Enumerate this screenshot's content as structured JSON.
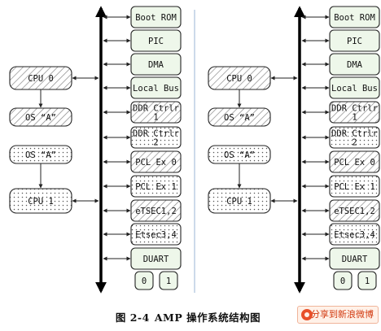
{
  "diagram": {
    "panels": [
      {
        "id": "left",
        "processors": [
          {
            "id": "cpu0",
            "label": "CPU 0",
            "fill": "hatch"
          },
          {
            "id": "os-a-top",
            "label": "OS “A”",
            "fill": "hatch"
          },
          {
            "id": "os-a-bottom",
            "label": "OS “A”",
            "fill": "dots"
          },
          {
            "id": "cpu1",
            "label": "CPU 1",
            "fill": "dots"
          }
        ],
        "peripherals": [
          {
            "id": "boot-rom",
            "lines": [
              "Boot ROM"
            ],
            "fill": "plain"
          },
          {
            "id": "pic",
            "lines": [
              "PIC"
            ],
            "fill": "plain"
          },
          {
            "id": "dma",
            "lines": [
              "DMA"
            ],
            "fill": "plain"
          },
          {
            "id": "local-bus",
            "lines": [
              "Local Bus"
            ],
            "fill": "plain"
          },
          {
            "id": "ddr-ctrlr-1",
            "lines": [
              "DDR Ctrlr",
              "1"
            ],
            "fill": "hatch"
          },
          {
            "id": "ddr-ctrlr-2",
            "lines": [
              "DDR Ctrlr",
              "2"
            ],
            "fill": "dots"
          },
          {
            "id": "pcl-ex-0",
            "lines": [
              "PCL Ex 0"
            ],
            "fill": "hatch"
          },
          {
            "id": "pcl-ex-1",
            "lines": [
              "PCL Ex 1"
            ],
            "fill": "dots"
          },
          {
            "id": "etsec12",
            "lines": [
              "eTSEC1,2"
            ],
            "fill": "hatch"
          },
          {
            "id": "etsec34",
            "lines": [
              "Etsec3,4"
            ],
            "fill": "dots"
          },
          {
            "id": "duart",
            "lines": [
              "DUART"
            ],
            "fill": "plain"
          },
          {
            "id": "port-0",
            "lines": [
              "0"
            ],
            "fill": "plain"
          },
          {
            "id": "port-1",
            "lines": [
              "1"
            ],
            "fill": "plain"
          }
        ]
      },
      {
        "id": "right",
        "processors": [
          {
            "id": "cpu0",
            "label": "CPU 0",
            "fill": "hatch"
          },
          {
            "id": "os-a-top",
            "label": "OS “A”",
            "fill": "hatch"
          },
          {
            "id": "os-a-bottom",
            "label": "OS “A”",
            "fill": "dots"
          },
          {
            "id": "cpu1",
            "label": "CPU 1",
            "fill": "dots"
          }
        ],
        "peripherals": [
          {
            "id": "boot-rom",
            "lines": [
              "Boot ROM"
            ],
            "fill": "plain"
          },
          {
            "id": "pic",
            "lines": [
              "PIC"
            ],
            "fill": "plain"
          },
          {
            "id": "dma",
            "lines": [
              "DMA"
            ],
            "fill": "plain"
          },
          {
            "id": "local-bus",
            "lines": [
              "Local Bus"
            ],
            "fill": "plain"
          },
          {
            "id": "ddr-ctrlr-1",
            "lines": [
              "DDR Ctrlr",
              "1"
            ],
            "fill": "hatch"
          },
          {
            "id": "ddr-ctrlr-2",
            "lines": [
              "DDR Ctrlr",
              "2"
            ],
            "fill": "dots"
          },
          {
            "id": "pcl-ex-0",
            "lines": [
              "PCL Ex 0"
            ],
            "fill": "hatch"
          },
          {
            "id": "pcl-ex-1",
            "lines": [
              "PCL Ex 1"
            ],
            "fill": "dots"
          },
          {
            "id": "etsec12",
            "lines": [
              "eTSEC1,2"
            ],
            "fill": "hatch"
          },
          {
            "id": "etsec34",
            "lines": [
              "Etsec3,4"
            ],
            "fill": "dots"
          },
          {
            "id": "duart",
            "lines": [
              "DUART"
            ],
            "fill": "plain"
          },
          {
            "id": "port-0",
            "lines": [
              "0"
            ],
            "fill": "plain"
          },
          {
            "id": "port-1",
            "lines": [
              "1"
            ],
            "fill": "plain"
          }
        ]
      }
    ]
  },
  "caption": {
    "figure_label": "图 2-4",
    "title": "AMP 操作系统结构图"
  },
  "watermark": {
    "text": "分享到新浪微博"
  },
  "colors": {
    "node_fill": "#eef7ea",
    "stroke": "#222222",
    "hatch": "#8a8a8a",
    "dots": "#555555",
    "bus": "#000000",
    "divider": "#9ab4d6"
  }
}
